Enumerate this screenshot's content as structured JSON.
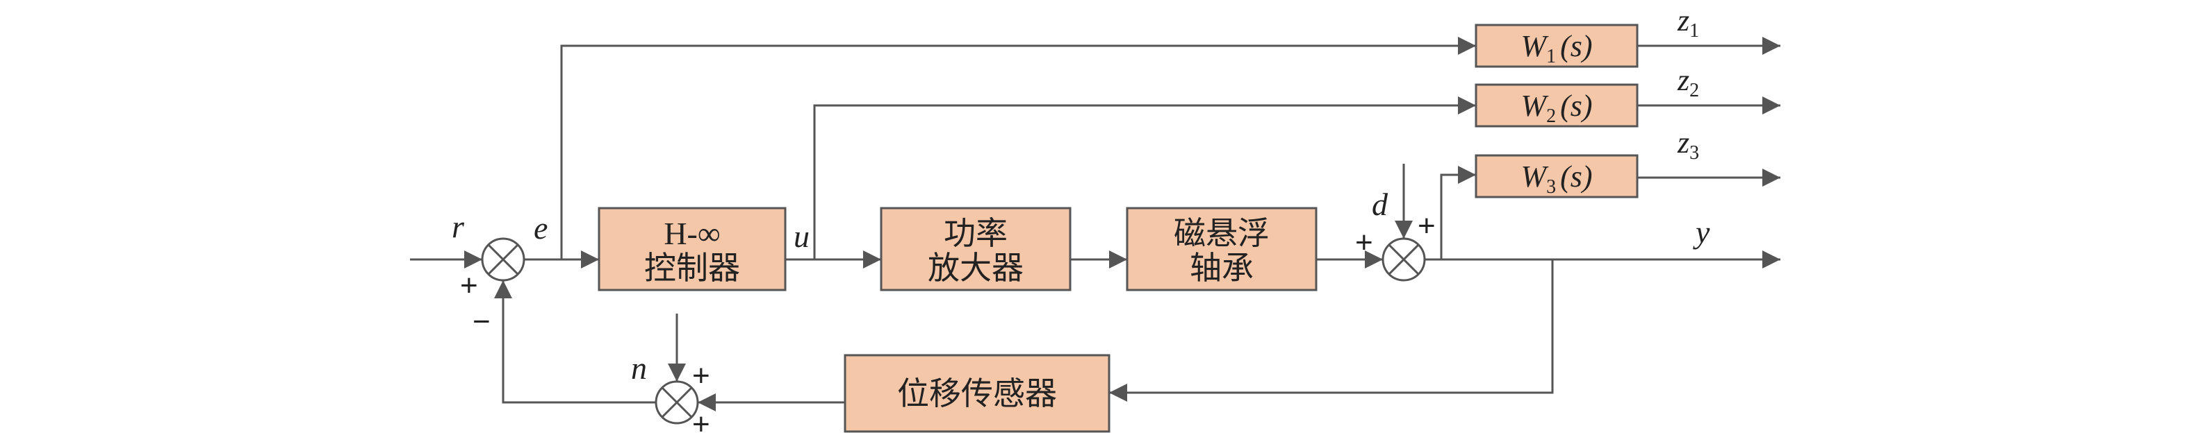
{
  "blocks": {
    "controller": {
      "line1": "H-∞",
      "line2": "控制器"
    },
    "amplifier": {
      "line1": "功率",
      "line2": "放大器"
    },
    "bearing": {
      "line1": "磁悬浮",
      "line2": "轴承"
    },
    "sensor": {
      "label": "位移传感器"
    },
    "w1": {
      "sym": "W",
      "sub": "1",
      "arg": "(s)"
    },
    "w2": {
      "sym": "W",
      "sub": "2",
      "arg": "(s)"
    },
    "w3": {
      "sym": "W",
      "sub": "3",
      "arg": "(s)"
    }
  },
  "signals": {
    "r": "r",
    "e": "e",
    "u": "u",
    "d": "d",
    "n": "n",
    "y": "y",
    "z1": {
      "sym": "z",
      "sub": "1"
    },
    "z2": {
      "sym": "z",
      "sub": "2"
    },
    "z3": {
      "sym": "z",
      "sub": "3"
    }
  },
  "signs": {
    "sum1_plus": "+",
    "sum1_minus": "−",
    "sum2_plus_left": "+",
    "sum2_plus_top": "+",
    "sum3_plus_top": "+",
    "sum3_plus_bottom": "+"
  }
}
